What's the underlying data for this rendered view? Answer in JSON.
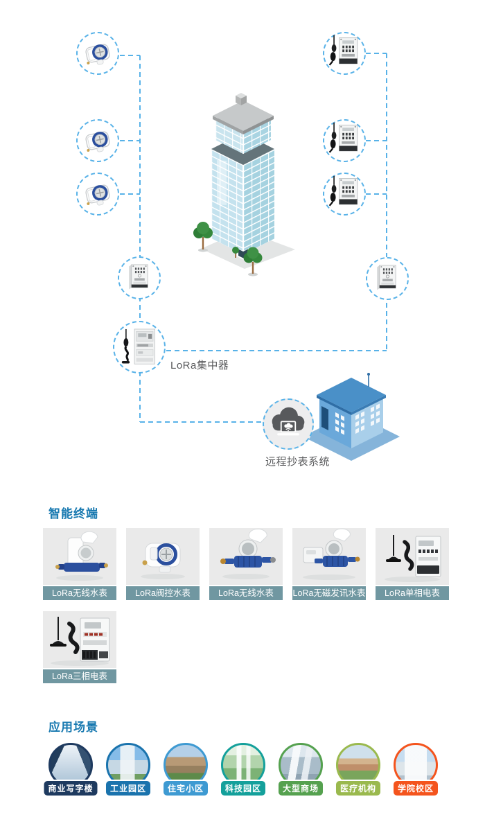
{
  "colors": {
    "accent_dash": "#58b2e8",
    "heading": "#1879b0",
    "card_label_bg": "#7097a1",
    "diagram_text": "#58595b"
  },
  "diagram": {
    "concentrator_label": "LoRa集中器",
    "remote_system_label": "远程抄表系统",
    "icons": [
      {
        "name": "water-meter-icon",
        "count": 3
      },
      {
        "name": "electric-meter-antenna-icon",
        "count": 3
      },
      {
        "name": "electric-meter-icon",
        "count": 2
      },
      {
        "name": "lora-concentrator-icon",
        "count": 1
      },
      {
        "name": "cloud-laptop-icon",
        "count": 1
      },
      {
        "name": "office-tower-illustration",
        "count": 1
      },
      {
        "name": "server-building-illustration",
        "count": 1
      }
    ]
  },
  "terminals": {
    "heading": "智能终端",
    "items": [
      {
        "label": "LoRa无线水表"
      },
      {
        "label": "LoRa阀控水表"
      },
      {
        "label": "LoRa无线水表"
      },
      {
        "label": "LoRa无磁发讯水表"
      },
      {
        "label": "LoRa单相电表"
      },
      {
        "label": "LoRa三相电表"
      }
    ]
  },
  "scenarios": {
    "heading": "应用场景",
    "items": [
      {
        "label": "商业写字楼",
        "color": "#1e3a5f"
      },
      {
        "label": "工业园区",
        "color": "#1a73ad"
      },
      {
        "label": "住宅小区",
        "color": "#3e9ad2"
      },
      {
        "label": "科技园区",
        "color": "#14a09b"
      },
      {
        "label": "大型商场",
        "color": "#55a14f"
      },
      {
        "label": "医疗机构",
        "color": "#9ab94e"
      },
      {
        "label": "学院校区",
        "color": "#f4541d"
      }
    ]
  }
}
